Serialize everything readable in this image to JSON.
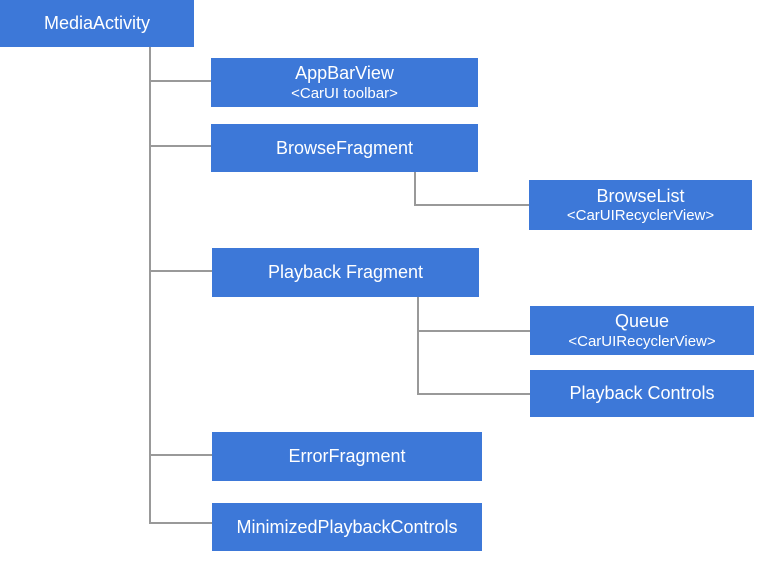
{
  "colors": {
    "background": "#ffffff",
    "node_fill": "#3d78d8",
    "node_text": "#ffffff",
    "connector": "#999999"
  },
  "nodes": {
    "media_activity": {
      "label": "MediaActivity"
    },
    "app_bar_view": {
      "label": "AppBarView",
      "sublabel": "<CarUI toolbar>"
    },
    "browse_fragment": {
      "label": "BrowseFragment"
    },
    "browse_list": {
      "label": "BrowseList",
      "sublabel": "<CarUIRecyclerView>"
    },
    "playback_fragment": {
      "label": "Playback Fragment"
    },
    "queue": {
      "label": "Queue",
      "sublabel": "<CarUIRecyclerView>"
    },
    "playback_controls": {
      "label": "Playback Controls"
    },
    "error_fragment": {
      "label": "ErrorFragment"
    },
    "minimized_playback_controls": {
      "label": "MinimizedPlaybackControls"
    }
  },
  "edges": [
    {
      "from": "media_activity",
      "to": "app_bar_view"
    },
    {
      "from": "media_activity",
      "to": "browse_fragment"
    },
    {
      "from": "browse_fragment",
      "to": "browse_list"
    },
    {
      "from": "media_activity",
      "to": "playback_fragment"
    },
    {
      "from": "playback_fragment",
      "to": "queue"
    },
    {
      "from": "playback_fragment",
      "to": "playback_controls"
    },
    {
      "from": "media_activity",
      "to": "error_fragment"
    },
    {
      "from": "media_activity",
      "to": "minimized_playback_controls"
    }
  ]
}
